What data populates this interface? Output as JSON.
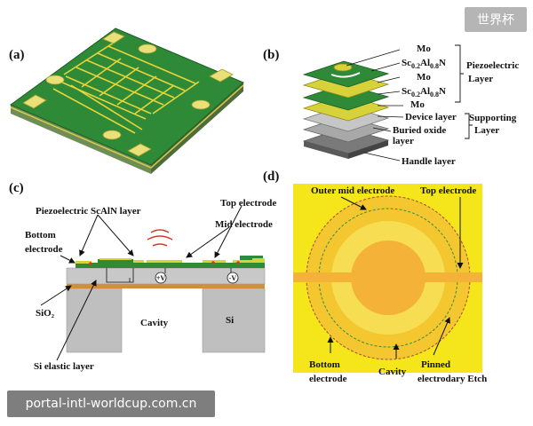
{
  "watermark": {
    "brand": "世界杯",
    "url": "portal-intl-worldcup.com.cn"
  },
  "panels": {
    "a": {
      "label": "(a)"
    },
    "b": {
      "label": "(b)",
      "layers": {
        "mo1": "Mo",
        "scaln1_main": "Sc",
        "scaln1_sub1": "0.2",
        "scaln1_mid": "Al",
        "scaln1_sub2": "0.8",
        "scaln1_end": "N",
        "mo2": "Mo",
        "scaln2_main": "Sc",
        "scaln2_sub1": "0.2",
        "scaln2_mid": "Al",
        "scaln2_sub2": "0.8",
        "scaln2_end": "N",
        "mo3": "Mo",
        "device": "Device layer",
        "box1": "Buried oxide",
        "box2": "layer",
        "handle": "Handle layer"
      },
      "groups": {
        "piezo1": "Piezoelectric",
        "piezo2": "Layer",
        "support1": "Supporting",
        "support2": "Layer"
      }
    },
    "c": {
      "label": "(c)",
      "labels": {
        "piezo": "Piezoelectric ScAlN layer",
        "top": "Top electrode",
        "mid": "Mid electrode",
        "bottom1": "Bottom",
        "bottom2": "electrode",
        "sio2": "SiO₂",
        "cavity": "Cavity",
        "si": "Si",
        "si_elastic": "Si elastic layer",
        "plus_v": "+V",
        "minus_v": "-V"
      }
    },
    "d": {
      "label": "(d)",
      "labels": {
        "outer_mid": "Outer mid electrode",
        "top": "Top electrode",
        "bottom1": "Bottom",
        "bottom2": "electrode",
        "cavity": "Cavity",
        "pinned1": "Pinned",
        "pinned2": "electrodary Etch"
      }
    }
  }
}
